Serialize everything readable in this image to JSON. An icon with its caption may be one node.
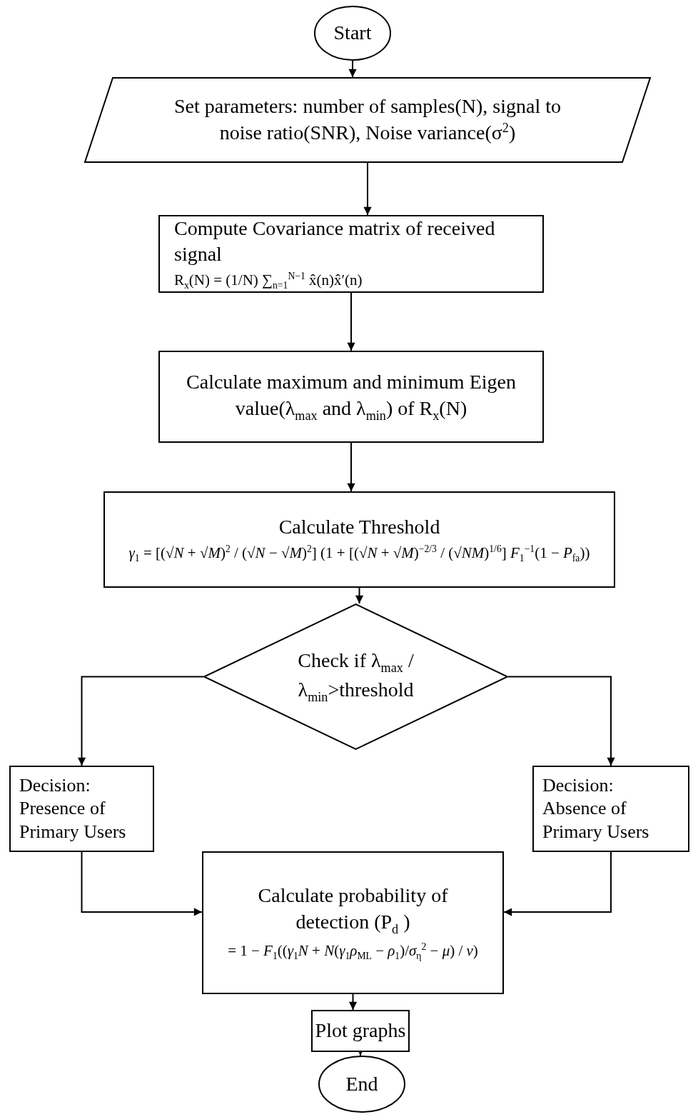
{
  "diagram": {
    "nodes": [
      {
        "text": [
          "Start"
        ]
      },
      {
        "text": [
          "Set parameters: number of samples(N), signal to noise ratio(SNR), Noise variance(σ$^{2}$)"
        ]
      },
      {
        "text": [
          "Compute Covariance matrix of received signal",
          "R$_{x}$(N) = (1/N) ∑$_{n=1}$$^{N−1}$ x̂(n)x̂′(n)"
        ]
      },
      {
        "text": [
          "Calculate maximum and minimum Eigen value(λ$_{max}$ and λ$_{min}$) of R$_{x}$(N)"
        ]
      },
      {
        "text": [
          "Calculate Threshold",
          "*γ*$_{1}$ = [(√*N* + √*M*)$^{2}$ / (√*N* − √*M*)$^{2}$] (1 + [(√*N* + √*M*)$^{−2/3}$ / (√*NM*)$^{1/6}$] *F*$_{1}$$^{−1}$(1 − *P*$_{fa}$))"
        ]
      },
      {
        "text": [
          "Check if λ$_{max}$ / λ$_{min}$>threshold"
        ]
      },
      {
        "text": [
          "Decision: Presence of Primary Users"
        ]
      },
      {
        "text": [
          "Decision: Absence of Primary Users"
        ]
      },
      {
        "text": [
          "Calculate probability of detection (P$_{d}$ )",
          "= 1 − *F*$_{1}$((*γ*$_{1}$*N* + *N*(*γ*$_{1}$*ρ*$_{ML}$ − *ρ*$_{1}$)/*σ*$_{η}$$^{2}$ − *μ*) / *v*)"
        ]
      },
      {
        "text": [
          "Plot graphs"
        ]
      },
      {
        "text": [
          "End"
        ]
      }
    ],
    "edges": [
      {
        "from": 0,
        "to": 1,
        "arrow": "to"
      },
      {
        "from": 1,
        "to": 2,
        "arrow": "to"
      },
      {
        "from": 2,
        "to": 3,
        "arrow": "to"
      },
      {
        "from": 3,
        "to": 4,
        "arrow": "to"
      },
      {
        "from": 4,
        "to": 5,
        "arrow": "to"
      },
      {
        "from": 5,
        "to": 6,
        "arrow": "to"
      },
      {
        "from": 5,
        "to": 7,
        "arrow": "to"
      },
      {
        "from": 6,
        "to": 8,
        "arrow": "to"
      },
      {
        "from": 7,
        "to": 8,
        "arrow": "to"
      },
      {
        "from": 8,
        "to": 9,
        "arrow": "to"
      },
      {
        "from": 9,
        "to": 10,
        "arrow": "to"
      }
    ]
  }
}
